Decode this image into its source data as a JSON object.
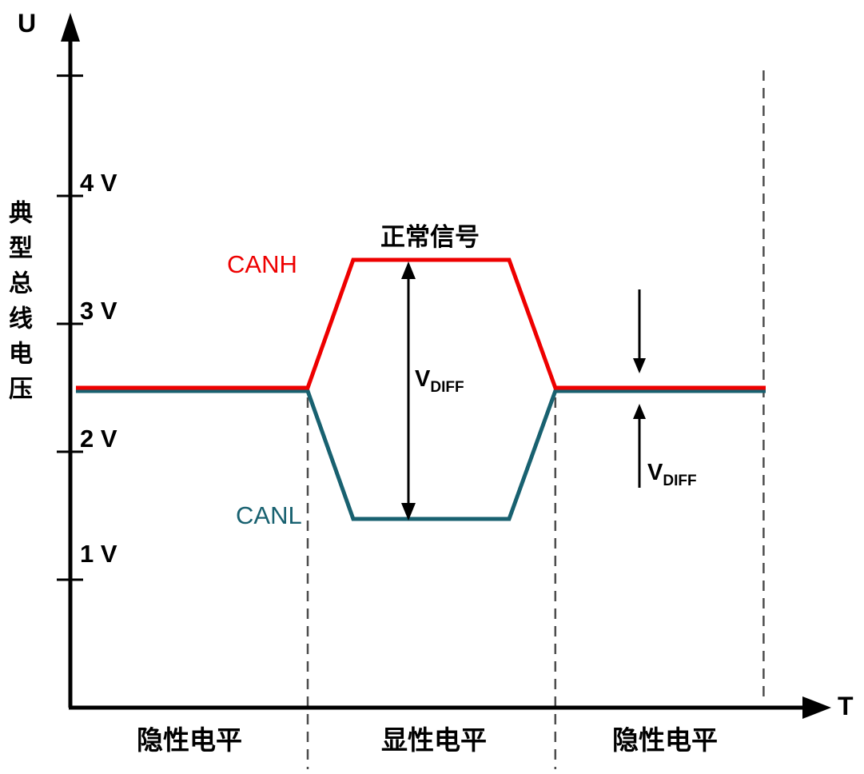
{
  "colors": {
    "axis": "#000000",
    "boundary": "#4d4d4d"
  },
  "chart_data": {
    "type": "line",
    "xlabel": "T",
    "ylabel": "U",
    "y_axis_title": "典型总线电压",
    "ylim": [
      0,
      5.2
    ],
    "grid": false,
    "y_ticks": [
      {
        "value": 4,
        "label": "4 V"
      },
      {
        "value": 3,
        "label": "3 V"
      },
      {
        "value": 2,
        "label": "2 V"
      },
      {
        "value": 1,
        "label": "1 V"
      }
    ],
    "extra_unlabeled_tick_value": 4.94,
    "series": [
      {
        "name": "CANH",
        "color": "#ee0000",
        "points": [
          [
            0,
            2.5
          ],
          [
            0.336,
            2.5
          ],
          [
            0.402,
            3.5
          ],
          [
            0.628,
            3.5
          ],
          [
            0.695,
            2.5
          ],
          [
            1,
            2.5
          ]
        ]
      },
      {
        "name": "CANL",
        "color": "#186170",
        "points": [
          [
            0,
            2.5
          ],
          [
            0.336,
            2.5
          ],
          [
            0.402,
            1.5
          ],
          [
            0.628,
            1.5
          ],
          [
            0.695,
            2.5
          ],
          [
            1,
            2.5
          ]
        ]
      }
    ],
    "phase_boundaries_t": [
      0.336,
      0.695,
      0.997
    ],
    "phases": [
      {
        "label": "隐性电平"
      },
      {
        "label": "显性电平"
      },
      {
        "label": "隐性电平"
      }
    ],
    "annotations": {
      "normal_signal": "正常信号",
      "vdiff": {
        "base": "V",
        "sub": "DIFF"
      }
    }
  }
}
